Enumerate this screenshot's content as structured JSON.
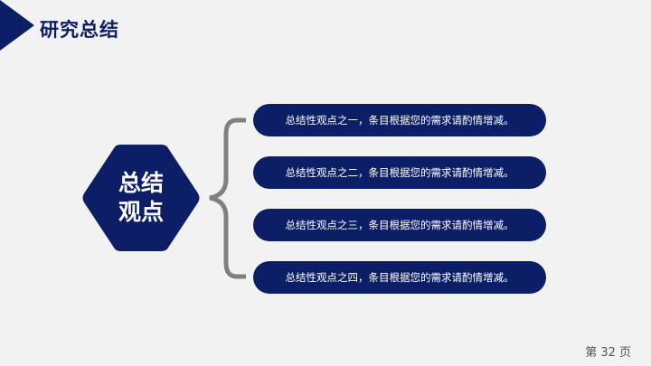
{
  "header": {
    "title": "研究总结"
  },
  "center": {
    "line1": "总结",
    "line2": "观点"
  },
  "points": [
    {
      "text": "总结性观点之一，条目根据您的需求请酌情增减。"
    },
    {
      "text": "总结性观点之二，条目根据您的需求请酌情增减。"
    },
    {
      "text": "总结性观点之三，条目根据您的需求请酌情增减。"
    },
    {
      "text": "总结性观点之四，条目根据您的需求请酌情增减。"
    }
  ],
  "footer": {
    "page": "第 32 页"
  },
  "colors": {
    "primary": "#0c1f66",
    "brace": "#808080",
    "background": "#f2f2f2"
  }
}
